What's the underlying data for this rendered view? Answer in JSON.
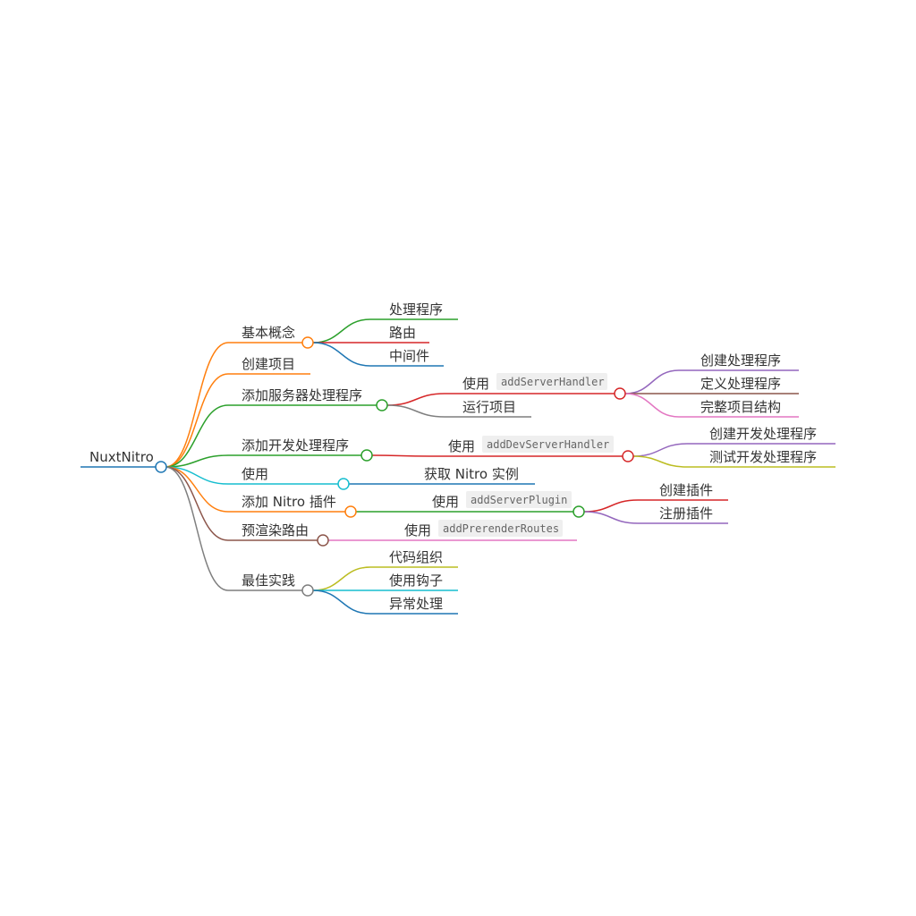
{
  "root": {
    "label": "NuxtNitro"
  },
  "colors": {
    "blue": "#1f77b4",
    "orange": "#ff7f0e",
    "green": "#2ca02c",
    "red": "#d62728",
    "purple": "#9467bd",
    "brown": "#8c564b",
    "pink": "#e377c2",
    "gray": "#7f7f7f",
    "olive": "#bcbd22",
    "cyan": "#17becf"
  },
  "branches": [
    {
      "label": "基本概念",
      "children": [
        {
          "label": "处理程序"
        },
        {
          "label": "路由"
        },
        {
          "label": "中间件"
        }
      ]
    },
    {
      "label": "创建项目"
    },
    {
      "label": "添加服务器处理程序",
      "children": [
        {
          "prefix": "使用",
          "code": "addServerHandler",
          "children": [
            {
              "label": "创建处理程序"
            },
            {
              "label": "定义处理程序"
            },
            {
              "label": "完整项目结构"
            }
          ]
        },
        {
          "label": "运行项目"
        }
      ]
    },
    {
      "label": "添加开发处理程序",
      "children": [
        {
          "prefix": "使用",
          "code": "addDevServerHandler",
          "children": [
            {
              "label": "创建开发处理程序"
            },
            {
              "label": "测试开发处理程序"
            }
          ]
        }
      ]
    },
    {
      "label": "使用",
      "children": [
        {
          "label": "获取 Nitro 实例"
        }
      ]
    },
    {
      "label": "添加 Nitro 插件",
      "children": [
        {
          "prefix": "使用",
          "code": "addServerPlugin",
          "children": [
            {
              "label": "创建插件"
            },
            {
              "label": "注册插件"
            }
          ]
        }
      ]
    },
    {
      "label": "预渲染路由",
      "children": [
        {
          "prefix": "使用",
          "code": "addPrerenderRoutes"
        }
      ]
    },
    {
      "label": "最佳实践",
      "children": [
        {
          "label": "代码组织"
        },
        {
          "label": "使用钩子"
        },
        {
          "label": "异常处理"
        }
      ]
    }
  ]
}
